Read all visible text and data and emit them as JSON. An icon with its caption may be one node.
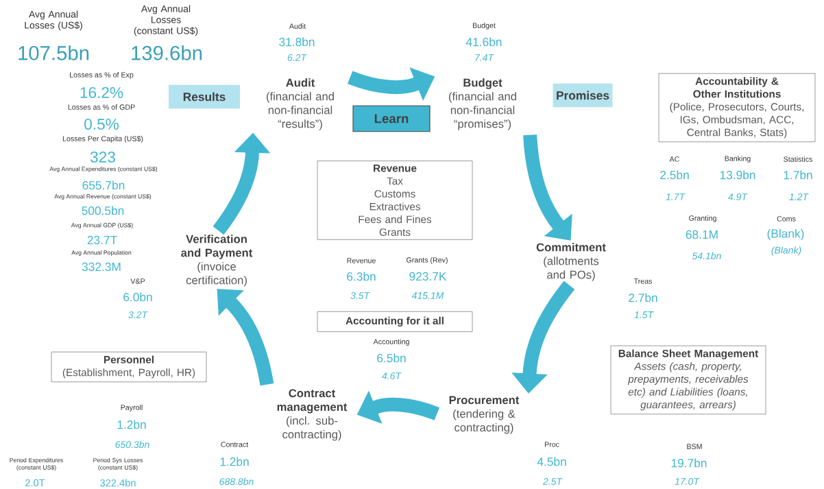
{
  "diagram": {
    "nodes": [
      {
        "text": [
          "Audit",
          "(financial and non-financial “results”)"
        ]
      },
      {
        "text": [
          "Budget",
          "(financial and non-financial “promises”)"
        ]
      },
      {
        "text": [
          "Commitment",
          "(allotments and POs)"
        ]
      },
      {
        "text": [
          "Procurement",
          "(tendering & contracting)"
        ]
      },
      {
        "text": [
          "Contract management",
          "(incl. sub-contracting)"
        ]
      },
      {
        "text": [
          "Verification and Payment",
          "(invoice certification)"
        ]
      },
      {
        "text": [
          "Results"
        ]
      },
      {
        "text": [
          "Learn"
        ]
      },
      {
        "text": [
          "Promises"
        ]
      },
      {
        "text": [
          "Revenue",
          "Tax",
          "Customs",
          "Extractives",
          "Fees and Fines",
          "Grants"
        ]
      },
      {
        "text": [
          "Accounting for it all"
        ]
      },
      {
        "text": [
          "Accountability & Other Institutions",
          "(Police, Prosecutors, Courts, IGs, Ombudsman, ACC, Central Banks, Stats)"
        ]
      },
      {
        "text": [
          "Personnel",
          "(Establishment, Payroll, HR)"
        ]
      },
      {
        "text": [
          "Balance Sheet Management",
          "Assets (cash, property, prepayments, receivables etc) and Liabilities (loans, guarantees, arrears)"
        ]
      }
    ],
    "edges": [
      {
        "from": 0,
        "to": 1,
        "arrow": "to"
      },
      {
        "from": 1,
        "to": 2,
        "arrow": "to"
      },
      {
        "from": 2,
        "to": 3,
        "arrow": "to"
      },
      {
        "from": 3,
        "to": 4,
        "arrow": "to"
      },
      {
        "from": 4,
        "to": 5,
        "arrow": "to"
      },
      {
        "from": 5,
        "to": 0,
        "arrow": "to"
      }
    ],
    "labels": [
      "Avg Annual Losses (US$)",
      "Avg Annual Losses (constant US$)",
      "107.5bn",
      "139.6bn",
      "Audit",
      "31.8bn",
      "6.2T",
      "Budget",
      "41.6bn",
      "7.4T",
      "Losses as % of Exp",
      "16.2%",
      "Losses as % of GDP",
      "0.5%",
      "Losses Per Capita (US$)",
      "323",
      "Avg Annual Expenditures (constant US$)",
      "655.7bn",
      "Avg Annual Revenue (constant US$)",
      "500.5bn",
      "Avg Annual GDP (US$)",
      "23.7T",
      "Avg Annual Population",
      "332.3M",
      "V&P",
      "6.0bn",
      "3.2T",
      "AC",
      "Banking",
      "Statistics",
      "2.5bn",
      "13.9bn",
      "1.7bn",
      "1.7T",
      "4.9T",
      "1.2T",
      "Granting",
      "Coms",
      "68.1M",
      "(Blank)",
      "54.1bn",
      "(Blank)",
      "Revenue",
      "Grants (Rev)",
      "6.3bn",
      "923.7K",
      "3.5T",
      "415.1M",
      "Treas",
      "2.7bn",
      "1.5T",
      "Accounting",
      "6.5bn",
      "4.6T",
      "Payroll",
      "1.2bn",
      "650.3bn",
      "Proc",
      "4.5bn",
      "2.5T",
      "BSM",
      "19.7bn",
      "17.0T",
      "Contract",
      "1.2bn",
      "688.8bn",
      "Period Expenditures (constant US$)",
      "Period Sys Losses (constant US$)",
      "2.0T",
      "322.4bn"
    ]
  }
}
